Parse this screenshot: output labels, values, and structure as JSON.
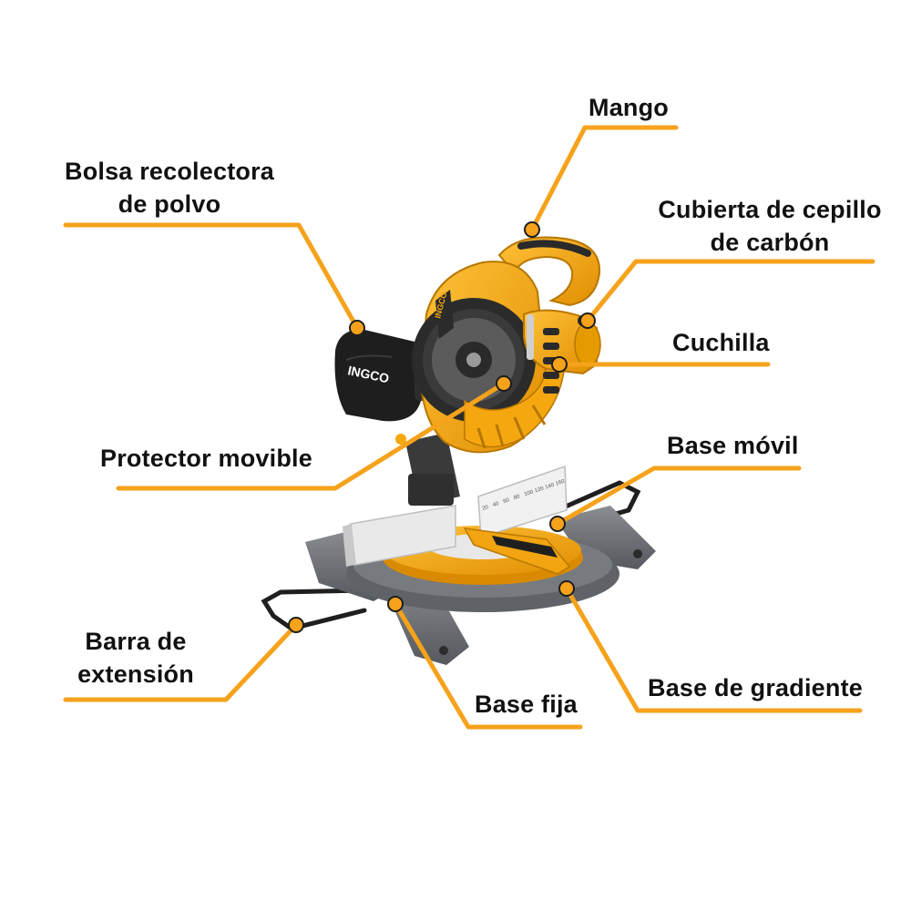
{
  "colors": {
    "callout": "#F6A21B",
    "tool_yellow": "#F5A70F",
    "tool_dark": "#2B2B2B",
    "base_gray": "#6E7276",
    "text": "#111111"
  },
  "brand": {
    "logo_text": "INGCO"
  },
  "callouts": {
    "mango": {
      "text": "Mango"
    },
    "bolsa": {
      "line1": "Bolsa recolectora",
      "line2": "de polvo"
    },
    "cubierta": {
      "line1": "Cubierta de cepillo",
      "line2": "de carbón"
    },
    "cuchilla": {
      "text": "Cuchilla"
    },
    "protector": {
      "text": "Protector movible"
    },
    "base_movil": {
      "text": "Base móvil"
    },
    "barra": {
      "line1": "Barra de",
      "line2": "extensión"
    },
    "base_fija": {
      "text": "Base fija"
    },
    "base_gradiente": {
      "text": "Base de gradiente"
    }
  },
  "fence_scale": [
    "20",
    "40",
    "60",
    "80",
    "100",
    "120",
    "140",
    "160"
  ]
}
